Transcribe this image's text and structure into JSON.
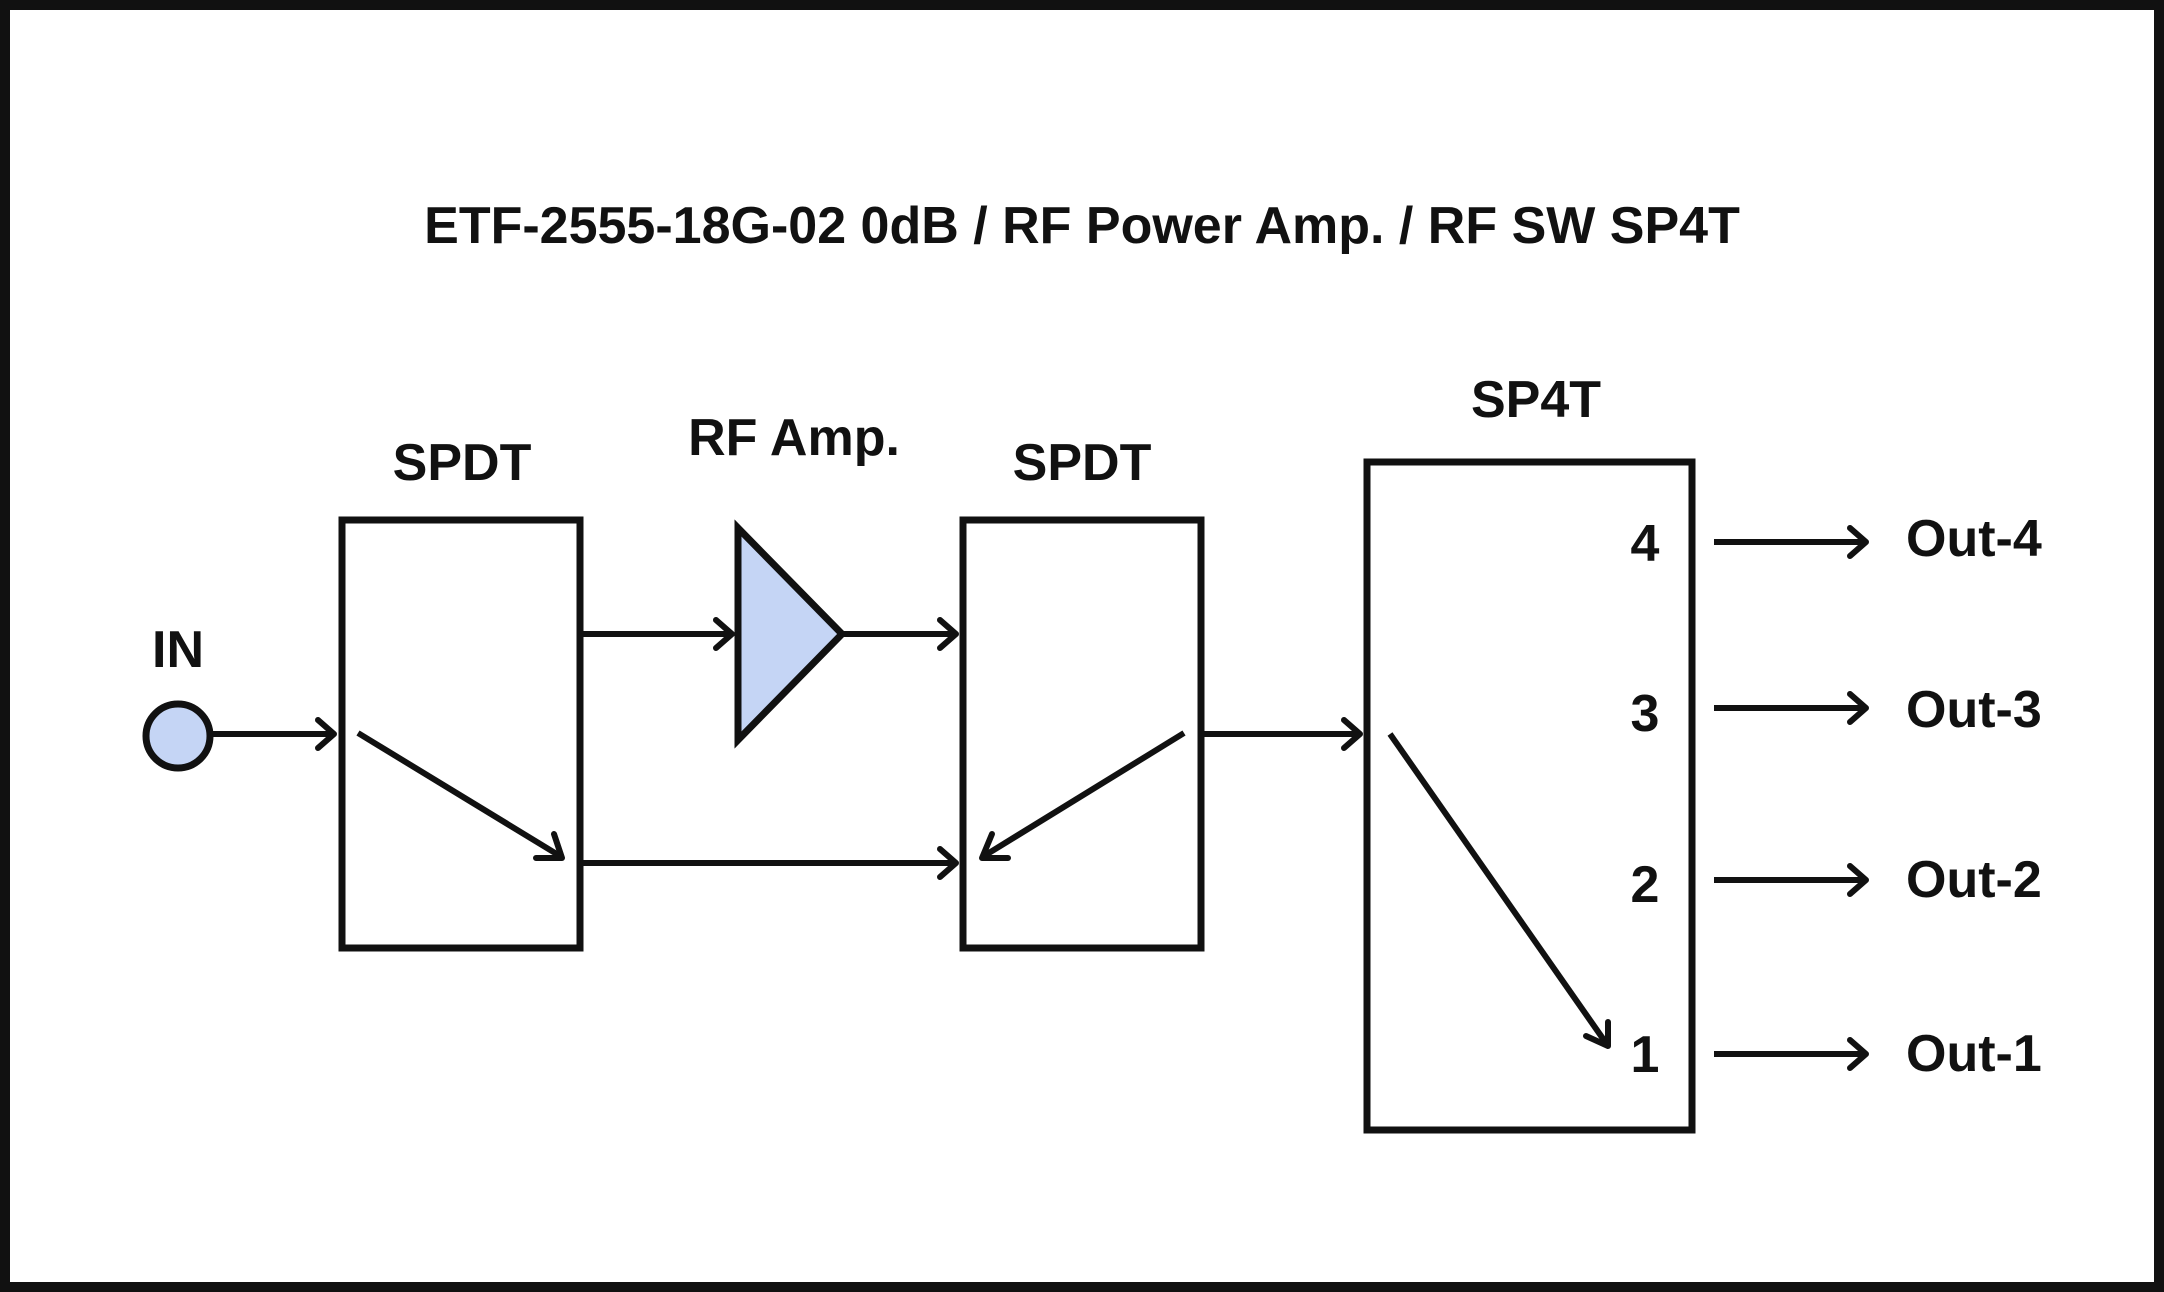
{
  "title": "ETF-2555-18G-02  0dB / RF Power Amp. / RF SW SP4T",
  "input_label": "IN",
  "blocks": {
    "spdt1_label": "SPDT",
    "amp_label": "RF Amp.",
    "spdt2_label": "SPDT",
    "sp4t_label": "SP4T"
  },
  "sp4t_ports": [
    "4",
    "3",
    "2",
    "1"
  ],
  "outputs": [
    "Out-4",
    "Out-3",
    "Out-2",
    "Out-1"
  ],
  "colors": {
    "stroke": "#111111",
    "fill_accent": "#c5d5f5",
    "background": "#ffffff"
  }
}
